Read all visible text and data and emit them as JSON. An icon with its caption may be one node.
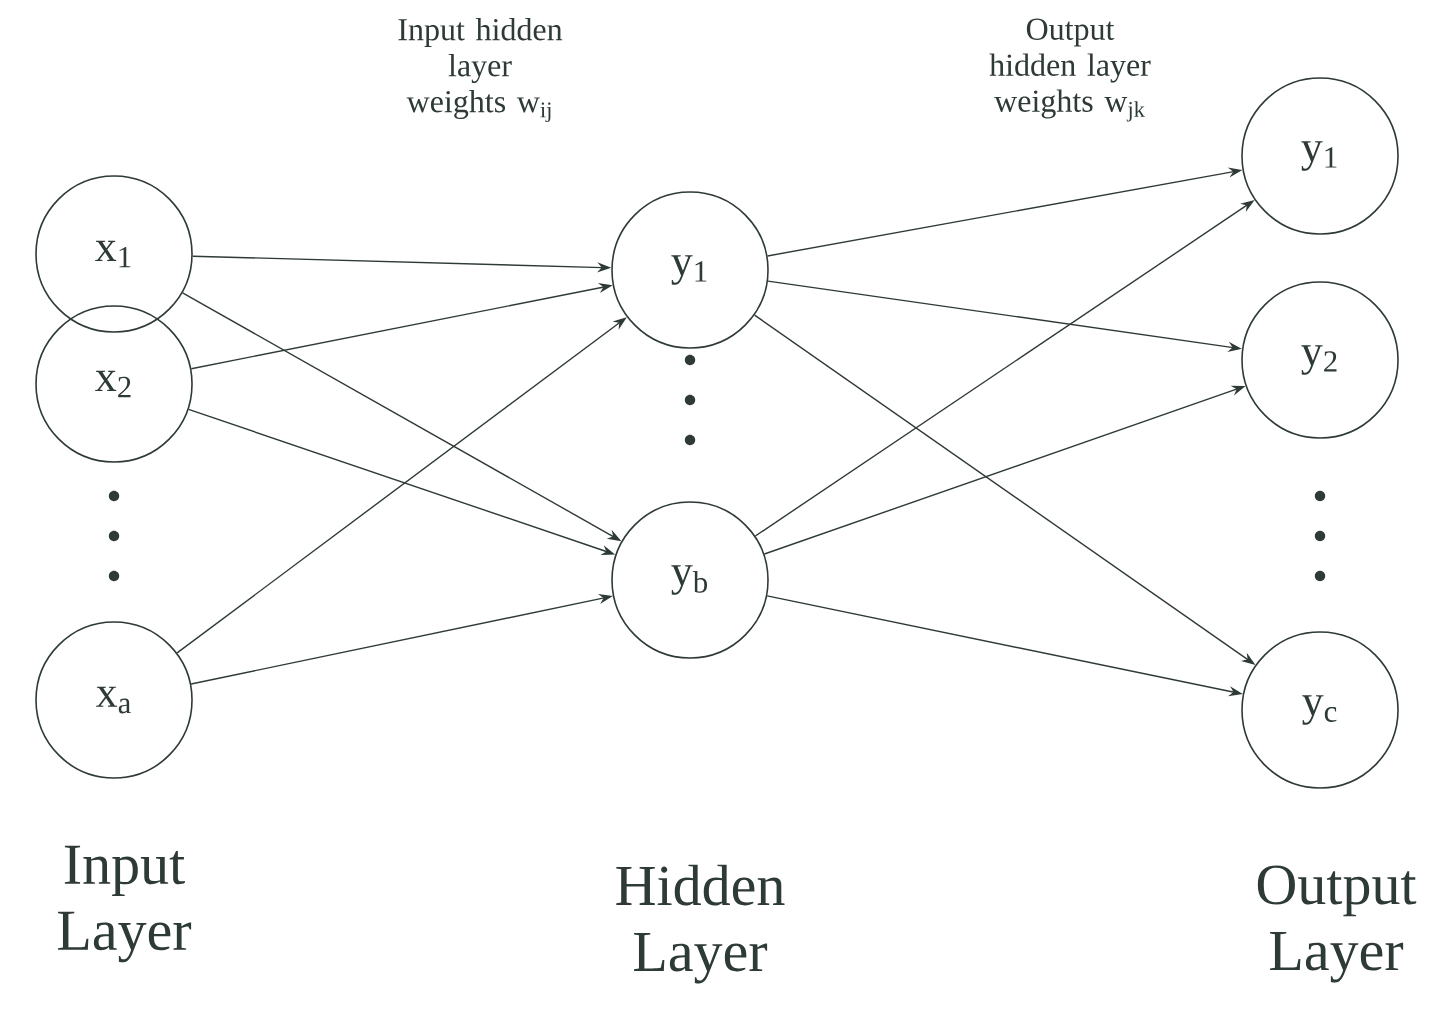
{
  "diagram": {
    "nodes": [
      {
        "text": [
          "x$_{1}$"
        ]
      },
      {
        "text": [
          "x$_{2}$"
        ]
      },
      {
        "text": [
          "x$_{a}$"
        ]
      },
      {
        "text": [
          "y$_{1}$"
        ]
      },
      {
        "text": [
          "y$_{b}$"
        ]
      },
      {
        "text": [
          "y$_{1}$"
        ]
      },
      {
        "text": [
          "y$_{2}$"
        ]
      },
      {
        "text": [
          "y$_{c}$"
        ]
      }
    ],
    "edges": [
      {
        "from": 0,
        "to": 3,
        "arrow": "to"
      },
      {
        "from": 0,
        "to": 4,
        "arrow": "to"
      },
      {
        "from": 1,
        "to": 3,
        "arrow": "to"
      },
      {
        "from": 1,
        "to": 4,
        "arrow": "to"
      },
      {
        "from": 2,
        "to": 3,
        "arrow": "to"
      },
      {
        "from": 2,
        "to": 4,
        "arrow": "to"
      },
      {
        "from": 3,
        "to": 5,
        "arrow": "to"
      },
      {
        "from": 3,
        "to": 6,
        "arrow": "to"
      },
      {
        "from": 3,
        "to": 7,
        "arrow": "to"
      },
      {
        "from": 4,
        "to": 5,
        "arrow": "to"
      },
      {
        "from": 4,
        "to": 6,
        "arrow": "to"
      },
      {
        "from": 4,
        "to": 7,
        "arrow": "to"
      }
    ],
    "labels": [
      "Input hidden layer weights w$_{ij}$",
      "Output hidden layer weights w$_{jk}$",
      "Input Layer",
      "Hidden Layer",
      "Output Layer"
    ]
  }
}
